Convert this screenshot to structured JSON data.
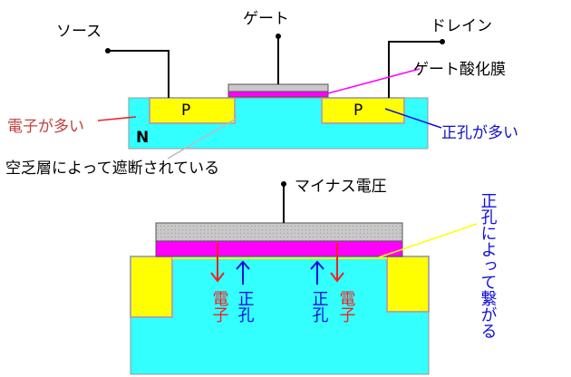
{
  "top_diagram": {
    "source_label": "ソース",
    "gate_label": "ゲート",
    "drain_label": "ドレイン",
    "oxide_label": "ゲート酸化膜",
    "p_left": "P",
    "p_right": "P",
    "n_label": "N",
    "electrons_many": "電子が多い",
    "holes_many": "正孔が多い",
    "depletion_label": "空乏層によって遮断されている"
  },
  "bottom_diagram": {
    "negative_voltage": "マイナス電圧",
    "electron_1": "電子",
    "hole_1": "正孔",
    "hole_2": "正孔",
    "electron_2": "電子",
    "connected_by_holes": "正孔によって繋がる"
  },
  "colors": {
    "substrate": "#33ffff",
    "p_region": "#ffff00",
    "oxide": "#ff00ff",
    "gate": "#c8c8c8",
    "electron": "#ee2222",
    "hole": "#1010dd"
  }
}
